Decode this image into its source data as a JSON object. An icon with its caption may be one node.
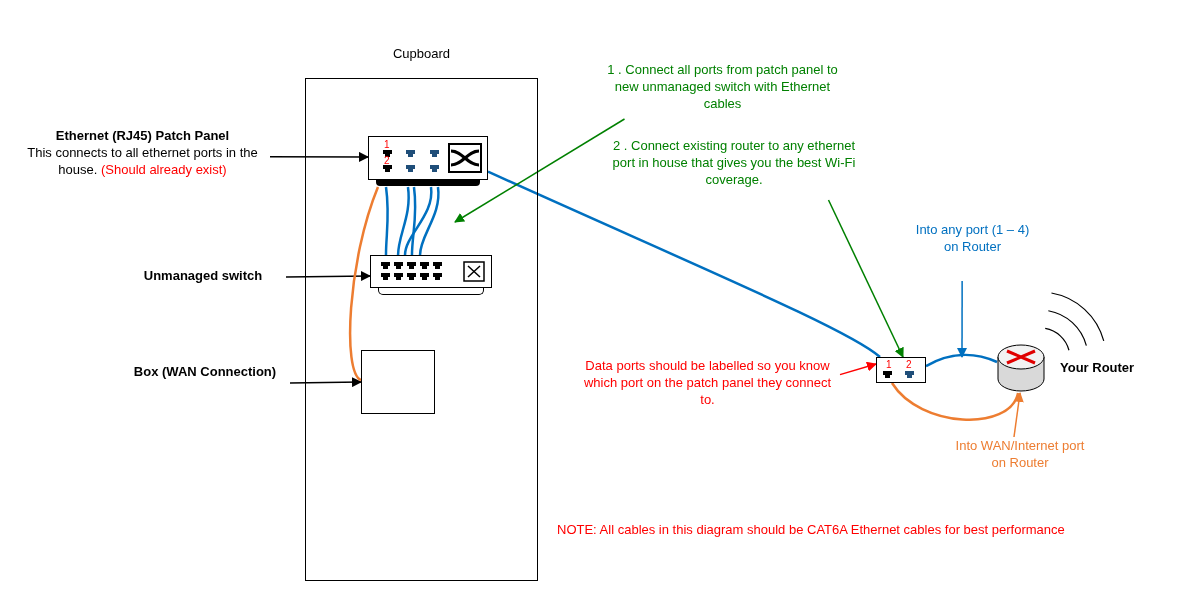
{
  "diagram": {
    "nodes": [
      {
        "text": [
          "Cupboard"
        ]
      },
      {
        "text": [],
        "shape": "box",
        "in": 0
      },
      {
        "text": [],
        "shape": "box",
        "in": 0
      },
      {
        "text": [],
        "shape": "box",
        "in": 0
      },
      {
        "text": [
          "Ethernet (RJ45) Patch Panel",
          "This connects to all ethernet ports in the house.",
          "(Should already exist)"
        ]
      },
      {
        "text": [
          "Unmanaged switch"
        ]
      },
      {
        "text": [
          "Box (WAN Connection)"
        ]
      },
      {
        "text": [
          "1 . Connect all ports from patch panel to new unmanaged switch with Ethernet cables"
        ]
      },
      {
        "text": [
          "2 . Connect existing router to any ethernet port in house that gives you the best Wi-Fi coverage."
        ]
      },
      {
        "text": [],
        "shape": "box"
      },
      {
        "text": [],
        "shape": "cylinder",
        "beside": [
          "Your Router"
        ]
      },
      {
        "text": [
          "Into any port (1 – 4) on Router"
        ]
      },
      {
        "text": [
          "Data ports should be labelled so you know which port on the patch panel they connect to."
        ]
      },
      {
        "text": [
          "Into WAN/Internet port on Router"
        ]
      }
    ],
    "edges": [
      {
        "from": 4,
        "to": 1,
        "arrow": "to",
        "color": "#000000"
      },
      {
        "from": 5,
        "to": 2,
        "arrow": "to",
        "color": "#000000"
      },
      {
        "from": 6,
        "to": 3,
        "arrow": "to",
        "color": "#000000"
      },
      {
        "from": 1,
        "to": 2,
        "arrow": "none",
        "color": "#0070c0"
      },
      {
        "from": 1,
        "to": 2,
        "arrow": "none",
        "color": "#0070c0"
      },
      {
        "from": 1,
        "to": 2,
        "arrow": "none",
        "color": "#0070c0"
      },
      {
        "from": 1,
        "to": 2,
        "arrow": "none",
        "color": "#0070c0"
      },
      {
        "from": 1,
        "to": 2,
        "arrow": "none",
        "color": "#0070c0"
      },
      {
        "from": 3,
        "to": 1,
        "arrow": "none",
        "color": "#ed7d31"
      },
      {
        "from": 1,
        "to": 9,
        "arrow": "none",
        "color": "#0070c0"
      },
      {
        "from": 9,
        "to": 10,
        "arrow": "none",
        "color": "#0070c0"
      },
      {
        "from": 9,
        "to": 10,
        "arrow": "none",
        "color": "#ed7d31"
      },
      {
        "from": 7,
        "to": null,
        "arrow": "to",
        "color": "#008000"
      },
      {
        "from": 8,
        "to": 9,
        "arrow": "to",
        "color": "#008000"
      },
      {
        "from": 11,
        "to": null,
        "arrow": "to",
        "color": "#0070c0"
      },
      {
        "from": 12,
        "to": 9,
        "arrow": "to",
        "color": "#ff0000"
      },
      {
        "from": 13,
        "to": 10,
        "arrow": "to",
        "color": "#ed7d31"
      }
    ],
    "labels": [
      "1",
      "2",
      "1",
      "2",
      "NOTE: All cables in this diagram should be CAT6A Ethernet cables for best performance"
    ]
  }
}
